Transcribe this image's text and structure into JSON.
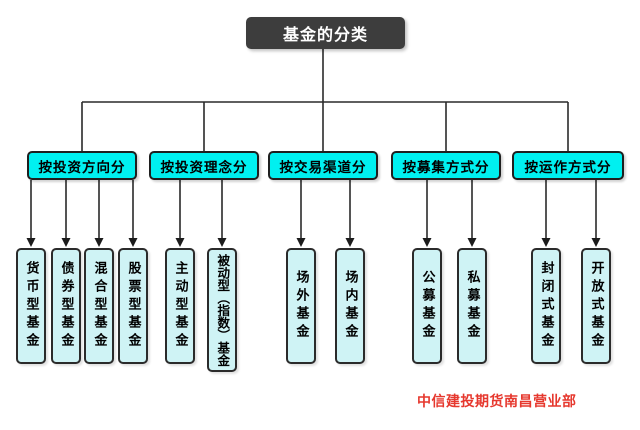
{
  "title": "基金的分类",
  "categories": [
    {
      "label": "按投资方向分",
      "children": [
        "货币型基金",
        "债券型基金",
        "混合型基金",
        "股票型基金"
      ]
    },
    {
      "label": "按投资理念分",
      "children": [
        "主动型基金",
        "被动型（指数）基金"
      ]
    },
    {
      "label": "按交易渠道分",
      "children": [
        "场外基金",
        "场内基金"
      ]
    },
    {
      "label": "按募集方式分",
      "children": [
        "公募基金",
        "私募基金"
      ]
    },
    {
      "label": "按运作方式分",
      "children": [
        "封闭式基金",
        "开放式基金"
      ]
    }
  ],
  "watermark": "中信建投期货南昌营业部",
  "colors": {
    "accent": "#00f0f0",
    "leafBg": "#cff3f5",
    "titleBg": "#3d3d3d",
    "line": "#2a2a2a",
    "watermark": "#e6382e"
  }
}
